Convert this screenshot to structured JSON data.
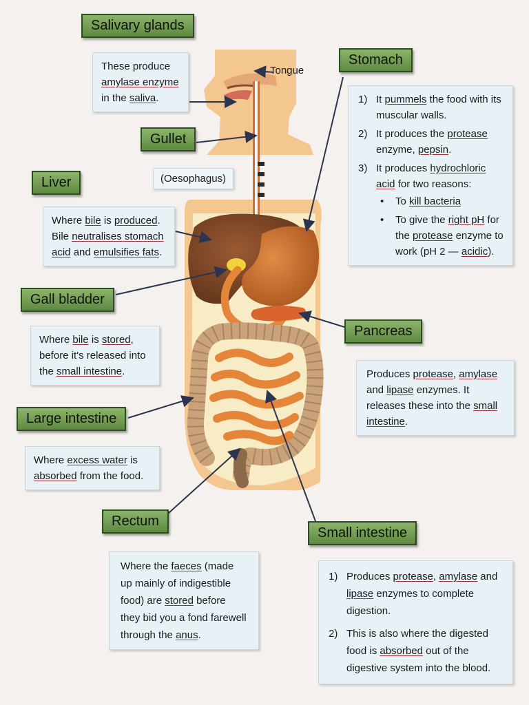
{
  "labels": {
    "salivary_glands": "Salivary glands",
    "stomach": "Stomach",
    "gullet": "Gullet",
    "liver": "Liver",
    "gall_bladder": "Gall bladder",
    "pancreas": "Pancreas",
    "large_intestine": "Large intestine",
    "rectum": "Rectum",
    "small_intestine": "Small intestine",
    "tongue": "Tongue",
    "oesophagus": "(Oesophagus)"
  },
  "salivary": {
    "l1": "These produce",
    "l2": "amylase enzyme",
    "l3a": "in the ",
    "l3b": "saliva",
    "l3c": "."
  },
  "stomach_box": {
    "p1_n": "1)",
    "p1a": "It ",
    "p1b": "pummels",
    "p1c": " the food with its muscular walls.",
    "p2_n": "2)",
    "p2a": "It produces the ",
    "p2b": "protease",
    "p2c": " enzyme, ",
    "p2d": "pepsin",
    "p2e": ".",
    "p3_n": "3)",
    "p3a": "It produces ",
    "p3b": "hydrochloric acid",
    "p3c": " for two reasons:",
    "b1a": "To ",
    "b1b": "kill bacteria",
    "b2a": "To give the ",
    "b2b": "right pH",
    "b2c": " for the ",
    "b2d": "protease",
    "b2e": " enzyme to work (pH 2 — ",
    "b2f": "acidic",
    "b2g": ").",
    "bullet": "•"
  },
  "liver_box": {
    "a": "Where ",
    "b": "bile",
    "c": " is ",
    "d": "produced",
    "e": ". Bile ",
    "f": "neutralises stomach acid",
    "g": " and ",
    "h": "emulsifies fats",
    "i": "."
  },
  "gall_box": {
    "a": "Where ",
    "b": "bile",
    "c": " is ",
    "d": "stored",
    "e": ", before it's released into the ",
    "f": "small intestine",
    "g": "."
  },
  "pancreas_box": {
    "a": "Produces ",
    "b": "protease",
    "c": ", ",
    "d": "amylase",
    "e": " and ",
    "f": "lipase",
    "g": " enzymes. It releases these into the ",
    "h": "small intestine",
    "i": "."
  },
  "large_box": {
    "a": "Where ",
    "b": "excess water",
    "c": " is ",
    "d": "absorbed",
    "e": " from the food."
  },
  "rectum_box": {
    "a": "Where the ",
    "b": "faeces",
    "c": " (made up mainly of indigestible food) are ",
    "d": "stored",
    "e": " before they bid you a fond farewell through the ",
    "f": "anus",
    "g": "."
  },
  "small_box": {
    "p1_n": "1)",
    "p1a": "Produces ",
    "p1b": "protease",
    "p1c": ", ",
    "p1d": "amylase",
    "p1e": " and ",
    "p1f": "lipase",
    "p1g": " enzymes to complete digestion.",
    "p2_n": "2)",
    "p2a": "This is also where the digested food is ",
    "p2b": "absorbed",
    "p2c": " out of the digestive system into the blood."
  },
  "colors": {
    "label_green": "#6f9b4e",
    "box_blue": "#e7f1f6",
    "skin": "#f4c791",
    "liver": "#7a4424",
    "stomach": "#c46a2c",
    "intestine": "#e4853a",
    "underline": "#9c2c36"
  }
}
